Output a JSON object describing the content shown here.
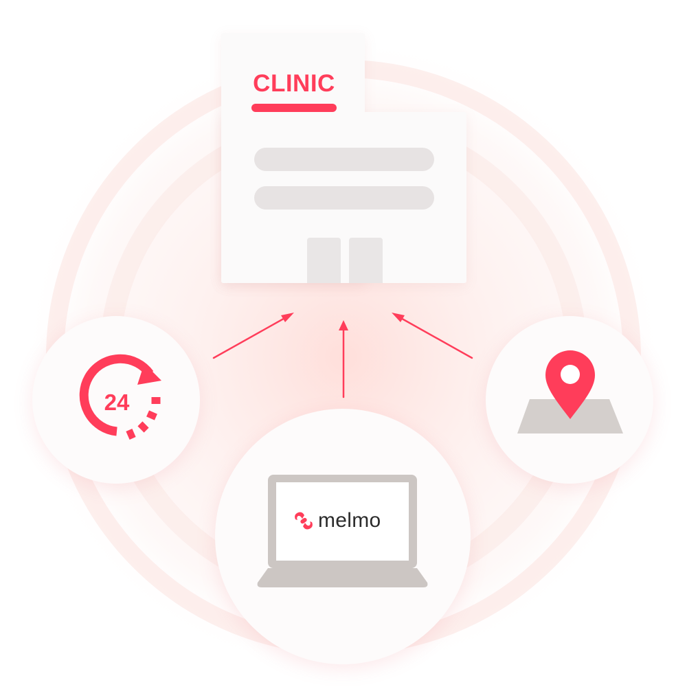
{
  "clinic": {
    "sign": "CLINIC"
  },
  "hours_badge": {
    "text": "24"
  },
  "laptop": {
    "brand": "melmo"
  },
  "colors": {
    "accent": "#ff3d5a",
    "building": "#fbfafa",
    "window_gray": "#e7e3e3",
    "device_gray": "#ccc6c3",
    "map_gray": "#d4cfcc",
    "text_dark": "#2b2b2b"
  },
  "icons": [
    "clinic-building-icon",
    "24-hours-icon",
    "laptop-icon",
    "map-pin-icon",
    "arrow-icon"
  ]
}
